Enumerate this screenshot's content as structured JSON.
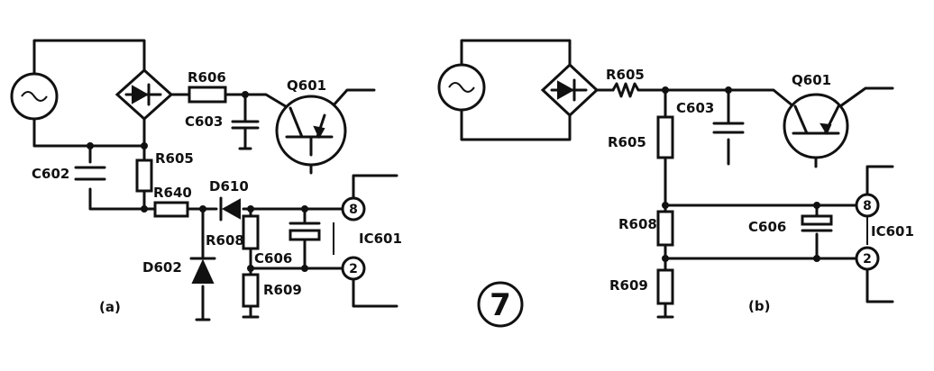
{
  "figure_number": "7",
  "circuit_a": {
    "caption": "(a)",
    "labels": {
      "r606": "R606",
      "q601": "Q601",
      "c603": "C603",
      "c602": "C602",
      "r605": "R605",
      "r640": "R640",
      "d610": "D610",
      "r608": "R608",
      "c606": "C606",
      "ic601": "IC601",
      "d602": "D602",
      "r609": "R609",
      "pin8": "8",
      "pin2": "2"
    }
  },
  "circuit_b": {
    "caption": "(b)",
    "labels": {
      "r605_top": "R605",
      "c603": "C603",
      "q601": "Q601",
      "r605_side": "R605",
      "r608": "R608",
      "c606": "C606",
      "ic601": "IC601",
      "r609": "R609",
      "pin8": "8",
      "pin2": "2"
    }
  }
}
